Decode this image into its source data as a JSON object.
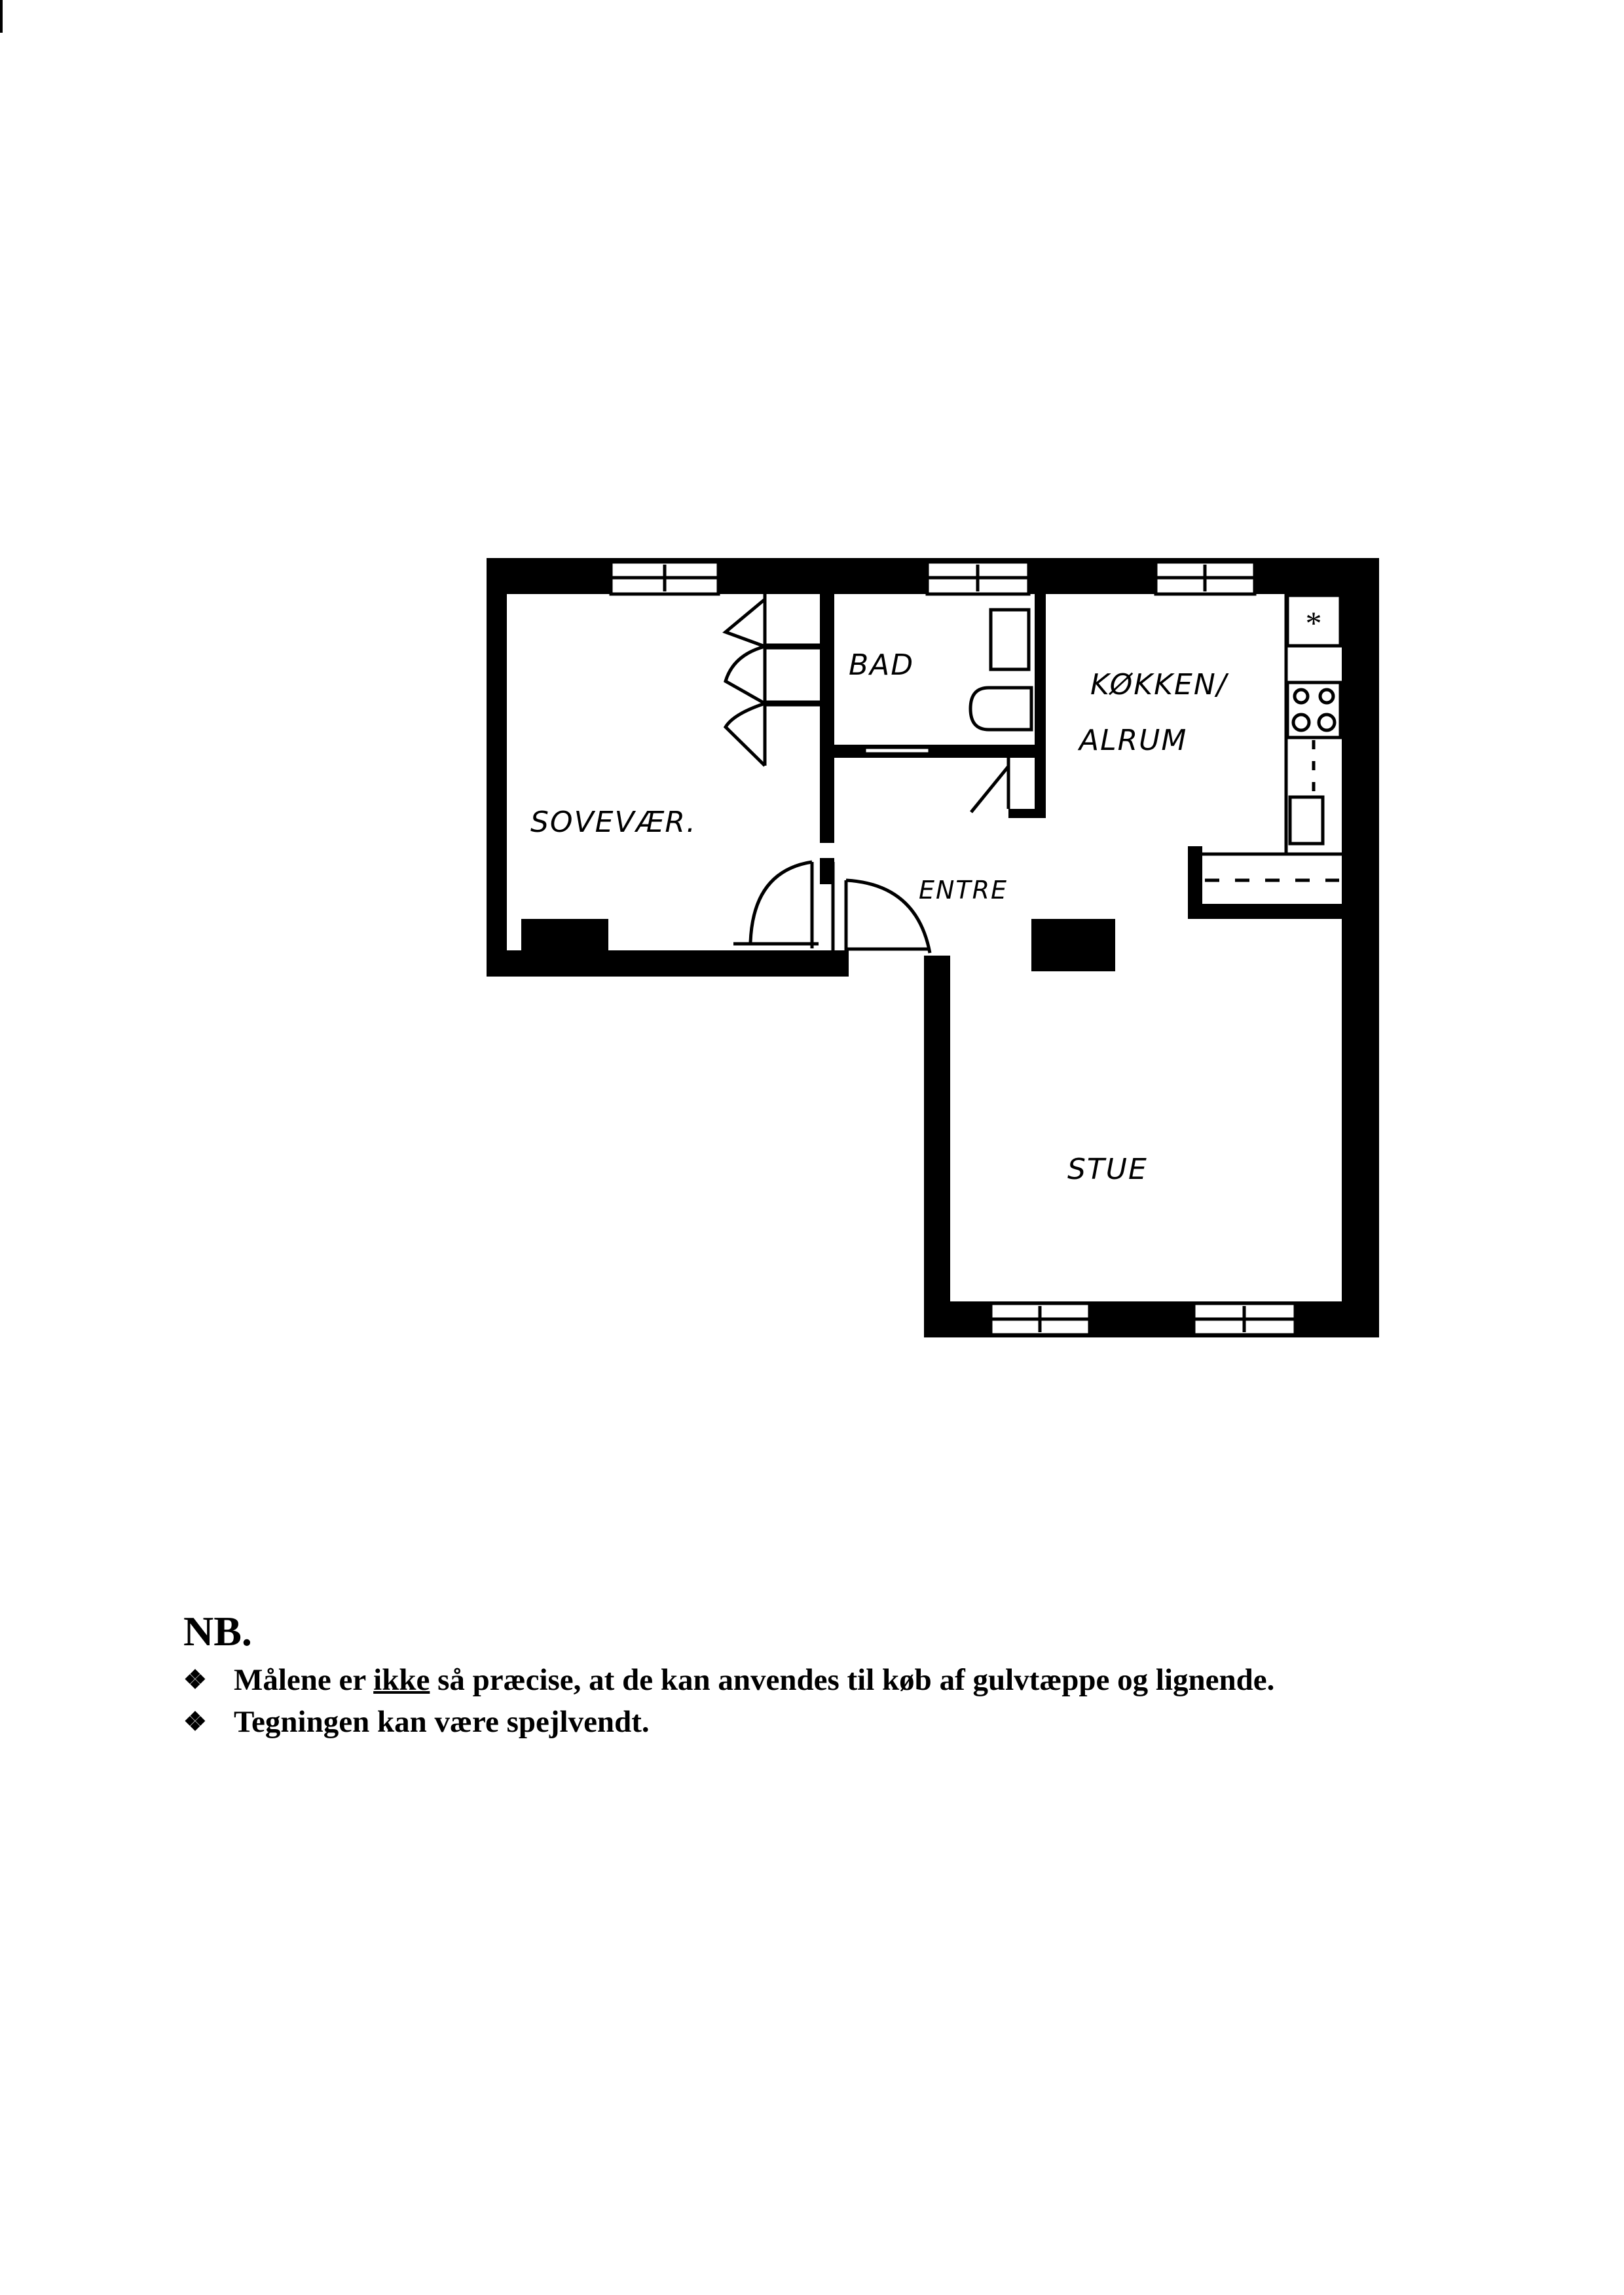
{
  "floor_plan": {
    "rooms": {
      "bedroom": "SOVEVÆR.",
      "bathroom": "BAD",
      "kitchen_line1": "KØKKEN/",
      "kitchen_line2": "ALRUM",
      "entry": "ENTRE",
      "living": "STUE"
    }
  },
  "notes": {
    "heading": "NB.",
    "bullet_icon": "diamond-bullet-icon",
    "bullet_glyph": "❖",
    "line1_before": "Målene er ",
    "line1_underlined": "ikke",
    "line1_after": " så præcise, at de kan anvendes til køb af gulvtæppe og lignende.",
    "line2": "Tegningen kan være spejlvendt."
  }
}
